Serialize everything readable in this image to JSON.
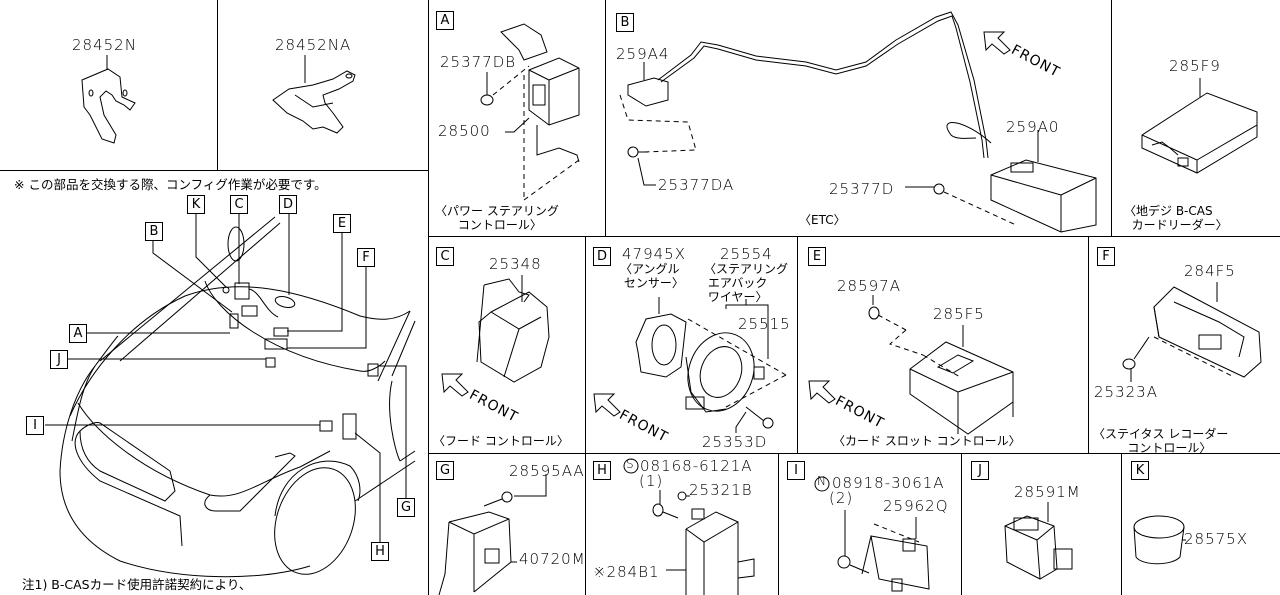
{
  "diagram": {
    "top_left": {
      "parts": [
        {
          "id": "28452N"
        },
        {
          "id": "28452NA"
        }
      ]
    },
    "overview": {
      "notice": "※ この部品を交換する際、コンフィグ作業が必要です。",
      "callouts": [
        "A",
        "B",
        "C",
        "D",
        "E",
        "F",
        "G",
        "H",
        "I",
        "J",
        "K"
      ],
      "footnote": "注1) B-CASカード使用許諾契約により、"
    },
    "panels": {
      "A": {
        "label": "A",
        "parts": [
          "25377DB",
          "28500"
        ],
        "caption": "〈パワー ステアリング\n      コントロール〉"
      },
      "B": {
        "label": "B",
        "parts": [
          "259A4",
          "25377DA",
          "25377D",
          "259A0"
        ],
        "front": "FRONT",
        "caption": "〈ETC〉"
      },
      "B2": {
        "parts": [
          "285F9"
        ],
        "caption": "〈地デジ B-CAS\n  カードリーダー〉"
      },
      "C": {
        "label": "C",
        "parts": [
          "25348"
        ],
        "front": "FRONT",
        "caption": "〈フード コントロール〉"
      },
      "D": {
        "label": "D",
        "parts": [
          "47945X",
          "25554",
          "25515",
          "25353D"
        ],
        "sub_47945X": "〈アングル\n センサー〉",
        "sub_25554": "〈ステアリング\n エアバック\n ワイヤー〉",
        "front": "FRONT"
      },
      "E": {
        "label": "E",
        "parts": [
          "28597A",
          "285F5"
        ],
        "front": "FRONT",
        "caption": "〈カード スロット コントロール〉"
      },
      "F": {
        "label": "F",
        "parts": [
          "284F5",
          "25323A"
        ],
        "caption": "〈ステイタス レコーダー\n         コントロール〉"
      },
      "G": {
        "label": "G",
        "parts": [
          "28595AA",
          "40720M"
        ]
      },
      "H": {
        "label": "H",
        "parts": [
          "08168-6121A",
          "(1)",
          "25321B",
          "※284B1"
        ],
        "symbol": "S"
      },
      "I": {
        "label": "I",
        "parts": [
          "08918-3061A",
          "(2)",
          "25962Q"
        ],
        "symbol": "N"
      },
      "J": {
        "label": "J",
        "parts": [
          "28591M"
        ]
      },
      "K": {
        "label": "K",
        "parts": [
          "28575X"
        ]
      }
    }
  }
}
